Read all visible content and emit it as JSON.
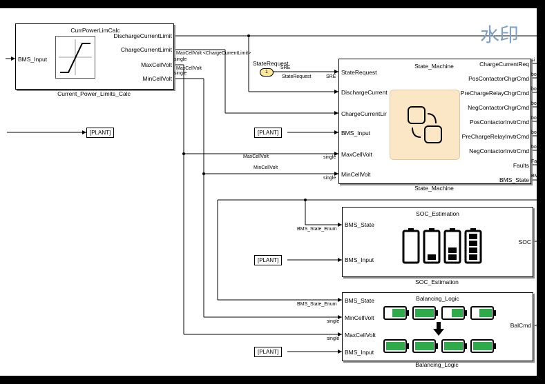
{
  "watermark": "水印",
  "blocks": {
    "curr": {
      "title": "CurrPowerLimCalc",
      "caption": "Current_Power_Limits_Calc",
      "inputs": [
        "BMS_Input"
      ],
      "outputs": [
        "DischargeCurrentLimit",
        "ChargeCurrentLimit",
        "MaxCellVolt",
        "MinCellVolt"
      ]
    },
    "state": {
      "title": "State_Machine",
      "caption": "State_Machine",
      "inputs": [
        "StateRequest",
        "DischargeCurrent",
        "ChargeCurrentLir",
        "BMS_Input",
        "MaxCellVolt",
        "MinCellVolt"
      ],
      "outputs": [
        "ChargeCurrentReq",
        "PosContactorChgrCmd",
        "PreChargeRelayChgrCmd",
        "NegContactorChgrCmd",
        "PosContactorInvtrCmd",
        "PreChargeRelayInvtrCmd",
        "NegContactorInvtrCmd",
        "Faults",
        "BMS_State"
      ]
    },
    "soc": {
      "title": "SOC_Estimation",
      "caption": "SOC_Estimation",
      "inputs": [
        "BMS_State",
        "BMS_Input"
      ],
      "outputs": [
        "SOC"
      ]
    },
    "bal": {
      "title": "Balancing_Logic",
      "caption": "Balancing_Logic",
      "inputs": [
        "BMS_State",
        "MinCellVolt",
        "MaxCellVolt",
        "BMS_Input"
      ],
      "outputs": [
        "BalCmd"
      ]
    }
  },
  "constant": {
    "value": "1",
    "label": "StateRequest",
    "type": "SRE"
  },
  "tags": [
    "[PLANT]",
    "[PLANT]",
    "[PLANT]",
    "[PLANT]"
  ],
  "signals": {
    "max_cell_volt_charge": "MaxCellVolt <ChargeCurrentLimit>",
    "max_cell_volt": "MaxCellVolt",
    "min_cell_volt": "MinCellVolt",
    "state_request": "StateRequest",
    "bms_state_enum": "BMS_State_Enum",
    "single": "single",
    "sre": "SRE"
  },
  "right_edge": [
    "si",
    "bo",
    "bo",
    "bo",
    "bo",
    "bo",
    "bo",
    "Fa",
    "BM"
  ]
}
